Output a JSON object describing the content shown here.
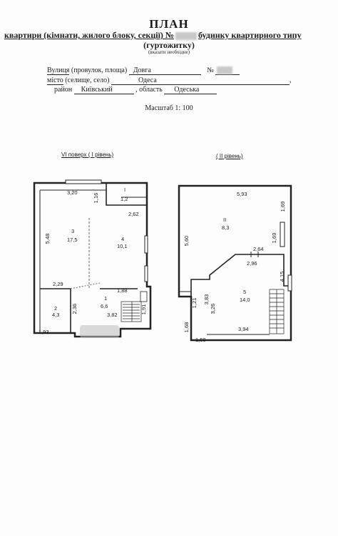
{
  "header": {
    "title": "ПЛАН",
    "line1_part1": "квартири (кімнати, жилого блоку, секції) №",
    "line1_part2": "будинку квартирного типу",
    "line2": "(гуртожитку)",
    "note": "(вказати необхідне)"
  },
  "address": {
    "street_label": "Вулиця",
    "street_rest": "(провулок, площа)",
    "street_value": "Довга",
    "number_label": "№",
    "city_label": "місто",
    "city_rest": "(селище, село)",
    "city_value": "Одеса",
    "district_label": "район",
    "district_value": "Київський",
    "region_label": ", область",
    "region_value": "Одеська"
  },
  "scale": "Масштаб 1: 100",
  "level1": {
    "title": "VI поверх ( І рівень)",
    "rooms": [
      {
        "num": "1",
        "area": "6,6"
      },
      {
        "num": "2",
        "area": "4,3"
      },
      {
        "num": "3",
        "area": "17,5"
      },
      {
        "num": "4",
        "area": "10,1"
      },
      {
        "num": "І",
        "area": "1,2"
      }
    ],
    "dims": [
      "3,20",
      "1,16",
      "2,62",
      "5,48",
      "2,29",
      "1,88",
      "2,36",
      "3,82",
      "1,91",
      "1,93"
    ]
  },
  "level2": {
    "title": "( ІІ рівень)",
    "rooms": [
      {
        "num": "ІІ",
        "area": "8,3"
      },
      {
        "num": "5",
        "area": "14,0"
      }
    ],
    "dims": [
      "5,93",
      "1,69",
      "5,60",
      "1,69",
      "2,64",
      "2,96",
      "4,15",
      "3,83",
      "3,26",
      "1,21",
      "1,68",
      "1,58",
      "3,94"
    ]
  }
}
